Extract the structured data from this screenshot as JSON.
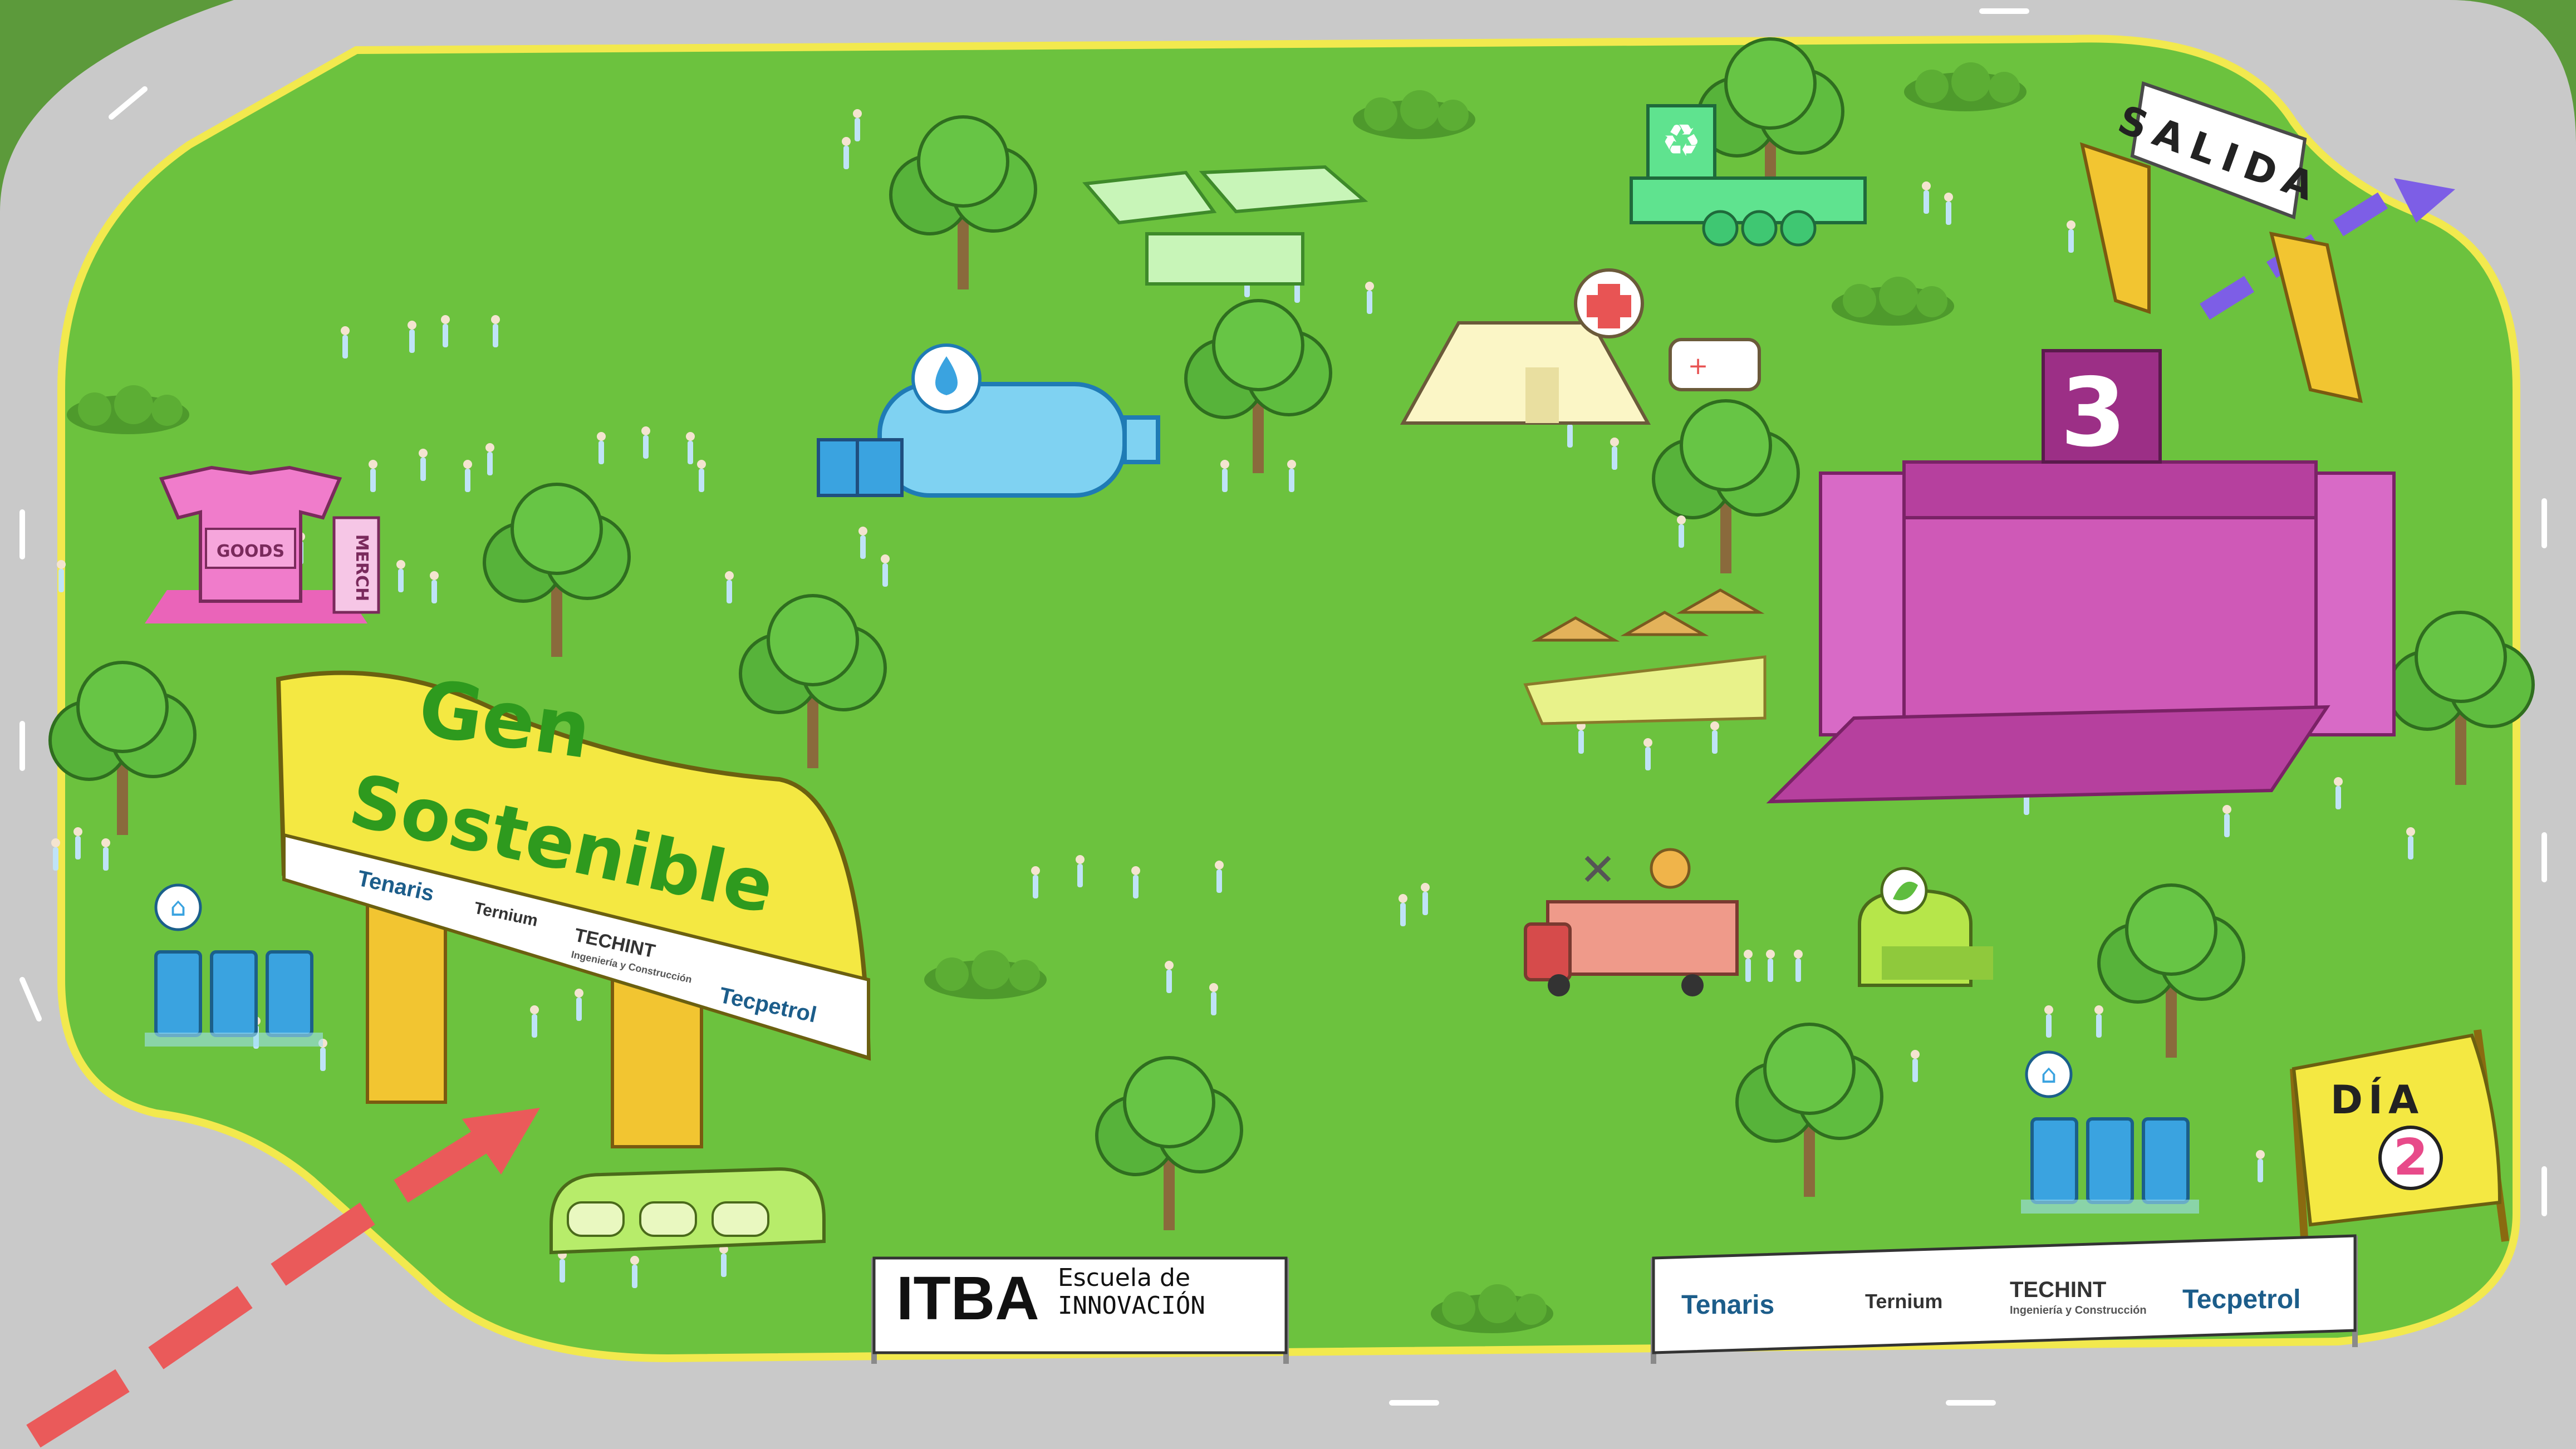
{
  "map": {
    "colors": {
      "grass": "#6cc23e",
      "grass_dark": "#4e9a2c",
      "road": "#c9c9c9",
      "road_edge": "#f2e94e",
      "outer": "#5c9a3b",
      "tree": "#57b33a",
      "trunk": "#8a6a3c",
      "stage": "#cc4fb2",
      "stage_dark": "#9c2f86",
      "sign_yellow": "#f4e842",
      "sign_green": "#2e9a1e",
      "arrow_red": "#ea5a5a",
      "arrow_purple": "#7d5ee6",
      "water": "#7fd2f2",
      "toilet": "#3aa3e0",
      "tshirt": "#f07ccb",
      "recycle": "#5fe38f"
    }
  },
  "main_sign": {
    "line1": "Gen",
    "line2": "Sostenible",
    "sponsors": [
      "Tenaris",
      "Ternium",
      "TECHINT",
      "Ingeniería y Construcción",
      "Tecpetrol"
    ]
  },
  "exit_sign": {
    "label": "SALIDA"
  },
  "stage": {
    "number": "3"
  },
  "day_flag": {
    "label": "DÍA",
    "number": "2"
  },
  "merch": {
    "label": "MERCH",
    "shirt_text": "GOODS"
  },
  "itba_banner": {
    "logo": "ITBA",
    "line1": "Escuela de",
    "line2": "INNOVACIÓN"
  },
  "sponsor_banner": {
    "tenaris": "Tenaris",
    "ternium": "Ternium",
    "techint": "TECHINT",
    "techint_sub": "Ingeniería y Construcción",
    "tecpetrol": "Tecpetrol"
  },
  "icons": {
    "medical": "medical-cross-icon",
    "water": "water-drop-icon",
    "recycle": "recycle-icon",
    "toilet": "toilet-icon",
    "food": "fork-knife-icon",
    "burger": "burger-icon",
    "eco": "leaf-icon"
  }
}
